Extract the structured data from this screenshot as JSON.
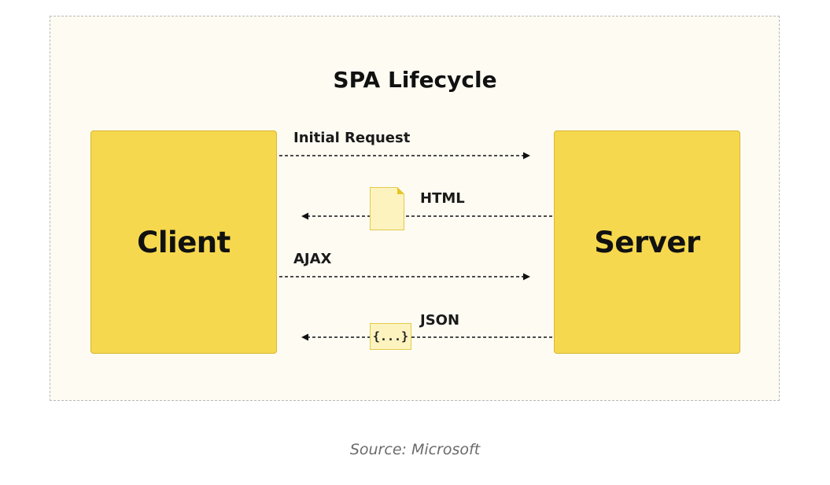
{
  "diagram": {
    "title": "SPA Lifecycle",
    "client_label": "Client",
    "server_label": "Server",
    "arrows": [
      {
        "label": "Initial Request",
        "direction": "client-to-server"
      },
      {
        "label": "HTML",
        "direction": "server-to-client",
        "payload_icon": "document-icon"
      },
      {
        "label": "AJAX",
        "direction": "client-to-server"
      },
      {
        "label": "JSON",
        "direction": "server-to-client",
        "payload_icon": "json-braces-icon",
        "payload_text": "{...}"
      }
    ]
  },
  "caption": "Source: Microsoft",
  "colors": {
    "box_fill": "#f6d84f",
    "frame_fill": "#fdfbf2",
    "payload_fill": "#fdf3bf",
    "line": "#111111"
  }
}
